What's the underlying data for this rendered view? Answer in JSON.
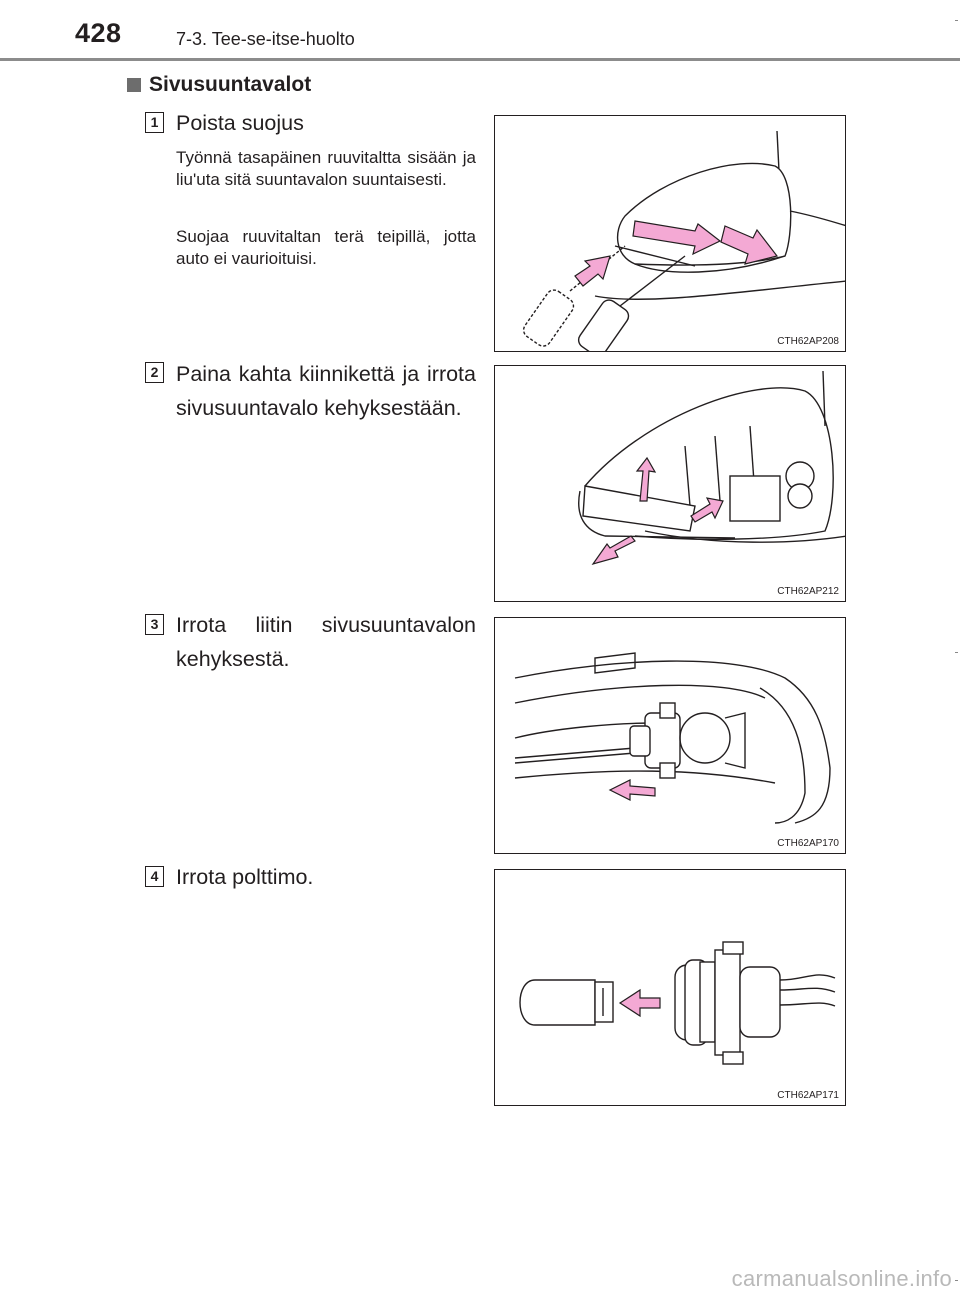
{
  "header": {
    "page_number": "428",
    "chapter": "7-3. Tee-se-itse-huolto"
  },
  "section": {
    "heading": "Sivusuuntavalot"
  },
  "steps": [
    {
      "number": "1",
      "title": "Poista suojus",
      "notes": [
        "Työnnä tasapäinen ruuvitaltta sisään ja liu'uta sitä suuntavalon suuntaisesti.",
        "Suojaa ruuvitaltan terä teipillä, jotta auto ei vaurioituisi."
      ],
      "figure_code": "CTH62AP208",
      "figure_icon": "mirror-cover-removal-illustration"
    },
    {
      "number": "2",
      "title": "Paina kahta kiinnikettä ja irrota sivusuuntavalo kehyksestään.",
      "figure_code": "CTH62AP212",
      "figure_icon": "mirror-clip-release-illustration"
    },
    {
      "number": "3",
      "title": "Irrota liitin sivusuuntavalon kehyksestä.",
      "figure_code": "CTH62AP170",
      "figure_icon": "connector-removal-illustration"
    },
    {
      "number": "4",
      "title": "Irrota polttimo.",
      "figure_code": "CTH62AP171",
      "figure_icon": "bulb-removal-illustration"
    }
  ],
  "watermark": "carmanualsonline.info",
  "colors": {
    "arrow_fill": "#f4a9d4",
    "line": "#231f20",
    "header_rule": "#8c8c8c"
  }
}
